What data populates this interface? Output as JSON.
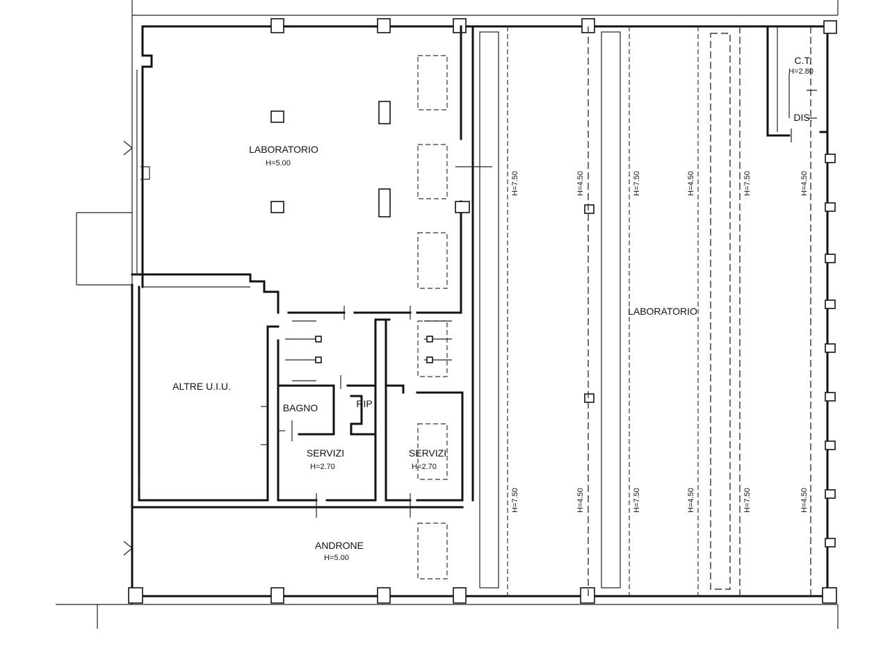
{
  "rooms": {
    "laboratorio_left": {
      "name": "LABORATORIO",
      "height": "H=5.00"
    },
    "laboratorio_right": {
      "name": "LABORATORIO"
    },
    "altre": {
      "name": "ALTRE U.I.U."
    },
    "bagno": {
      "name": "BAGNO"
    },
    "rip": {
      "name": "RIP"
    },
    "servizi_a": {
      "name": "SERVIZI",
      "height": "H=2.70"
    },
    "servizi_b": {
      "name": "SERVIZI",
      "height": "H=2.70"
    },
    "androne": {
      "name": "ANDRONE",
      "height": "H=5.00"
    },
    "ct": {
      "name": "C.T.",
      "height": "H=2.80"
    },
    "dis": {
      "name": "DIS."
    }
  },
  "bay_heights": {
    "top": [
      "H=7.50",
      "H=4.50",
      "H=7.50",
      "H=4.50",
      "H=7.50",
      "H=4.50"
    ],
    "bottom": [
      "H=7.50",
      "H=4.50",
      "H=7.50",
      "H=4.50",
      "H=7.50",
      "H=4.50"
    ]
  }
}
